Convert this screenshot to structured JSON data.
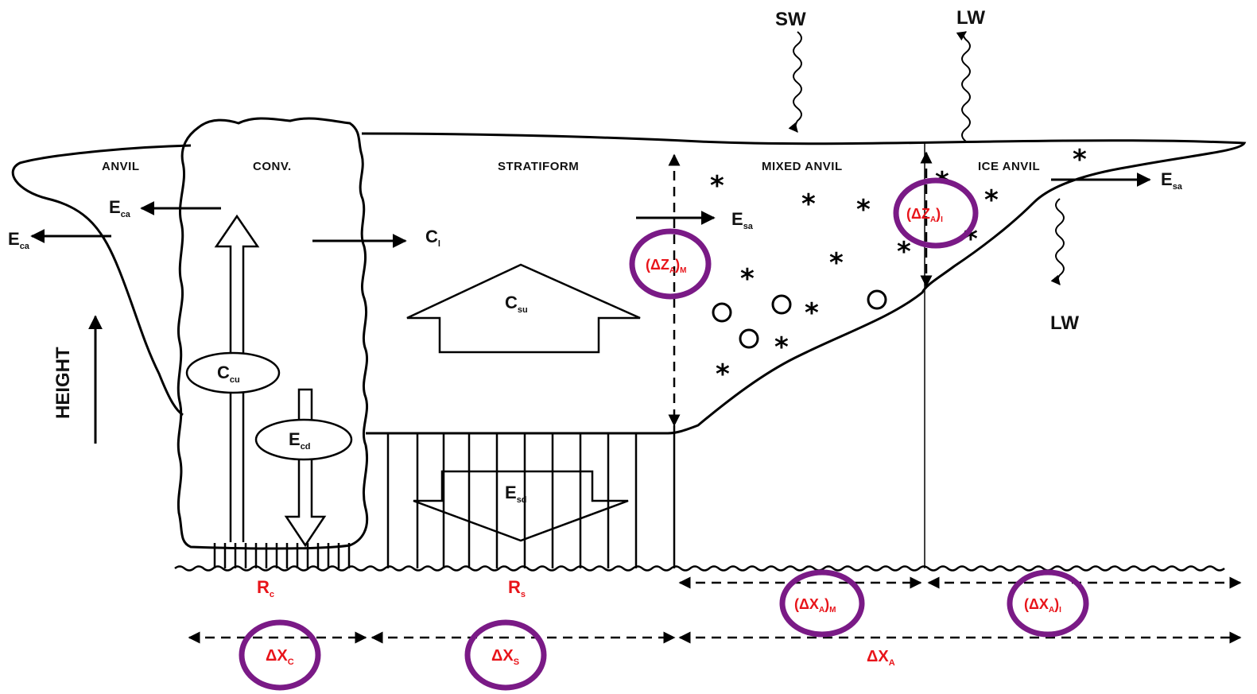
{
  "regions": {
    "anvil_left": "ANVIL",
    "convective": "CONV.",
    "stratiform": "STRATIFORM",
    "mixed_anvil": "MIXED ANVIL",
    "ice_anvil": "ICE ANVIL"
  },
  "axis": {
    "height_label": "HEIGHT"
  },
  "radiation": {
    "sw_top": "SW",
    "lw_top": "LW",
    "lw_bottom": "LW"
  },
  "fluxes": {
    "E_ca_inner": {
      "main": "E",
      "sub": "ca"
    },
    "E_ca_outer": {
      "main": "E",
      "sub": "ca"
    },
    "C_l": {
      "main": "C",
      "sub": "l"
    },
    "C_cu": {
      "main": "C",
      "sub": "cu"
    },
    "E_cd": {
      "main": "E",
      "sub": "cd"
    },
    "C_su": {
      "main": "C",
      "sub": "su"
    },
    "E_sd": {
      "main": "E",
      "sub": "sd"
    },
    "E_sa_mid": {
      "main": "E",
      "sub": "sa"
    },
    "E_sa_right": {
      "main": "E",
      "sub": "sa"
    }
  },
  "highlighted_params": {
    "dZA_mixed": {
      "main": "(ΔZ",
      "sub": "A",
      "close": ")",
      "tail": "M"
    },
    "dZA_ice": {
      "main": "(ΔZ",
      "sub": "A",
      "close": ")",
      "tail": "I"
    },
    "dXA_mixed": {
      "main": "(ΔX",
      "sub": "A",
      "close": ")",
      "tail": "M"
    },
    "dXA_ice": {
      "main": "(ΔX",
      "sub": "A",
      "close": ")",
      "tail": "I"
    },
    "dXC": {
      "main": "ΔX",
      "sub": "C"
    },
    "dXS": {
      "main": "ΔX",
      "sub": "S"
    }
  },
  "rain": {
    "Rc": {
      "main": "R",
      "sub": "c"
    },
    "Rs": {
      "main": "R",
      "sub": "s"
    }
  },
  "widths": {
    "dXA": {
      "main": "ΔX",
      "sub": "A"
    }
  },
  "colors": {
    "highlight_ring": "#7a1a86",
    "param_text": "#e8141a",
    "line": "#000000"
  }
}
